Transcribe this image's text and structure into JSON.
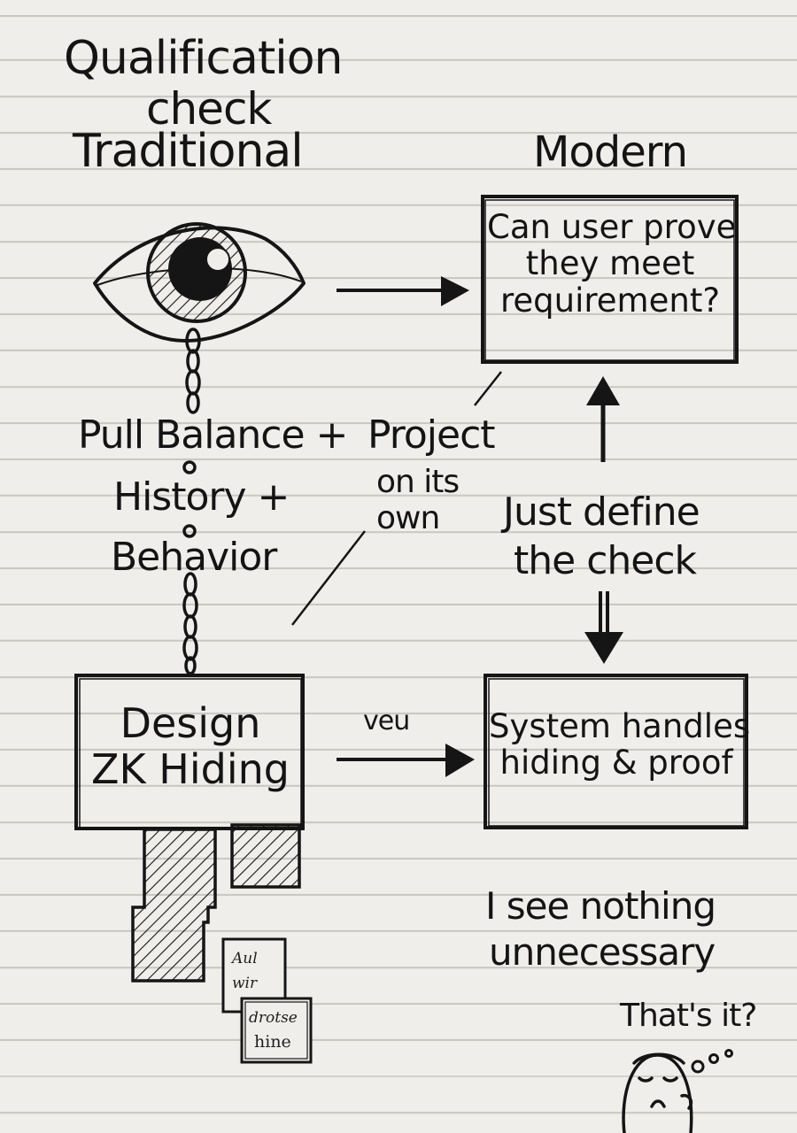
{
  "title": {
    "line1": "Qualification",
    "line2": "check",
    "line3": "Traditional"
  },
  "modern_label": "Modern",
  "modern_question_box": {
    "line1": "Can user prove",
    "line2": "they meet",
    "line3": "requirement?"
  },
  "pull_label": {
    "line1": "Pull Balance +",
    "line2": "History +",
    "line3": "Behavior"
  },
  "project_label": {
    "line1": "Project",
    "line2": "on its",
    "line3": "own"
  },
  "define_label": {
    "line1": "Just define",
    "line2": "the check"
  },
  "design_box": {
    "line1": "Design",
    "line2": "ZK Hiding"
  },
  "arrow_label": "veu",
  "system_box": {
    "line1": "System handles",
    "line2": "hiding & proof"
  },
  "see_nothing": {
    "line1": "I see nothing",
    "line2": "unnecessary"
  },
  "thats_it": "That's it?",
  "small_cards": {
    "card1_line1": "Aul",
    "card1_line2": "wir",
    "card2_line1": "drotse",
    "card2_line2": "hine"
  },
  "colors": {
    "ink": "#141414",
    "paper": "#efeeeb",
    "rule": "#c9c8c3"
  },
  "icons": [
    "eye-icon",
    "chain-icon",
    "arrow-right-icon",
    "arrow-up-icon",
    "arrow-down-icon",
    "person-icon",
    "thought-bubble-icon"
  ]
}
